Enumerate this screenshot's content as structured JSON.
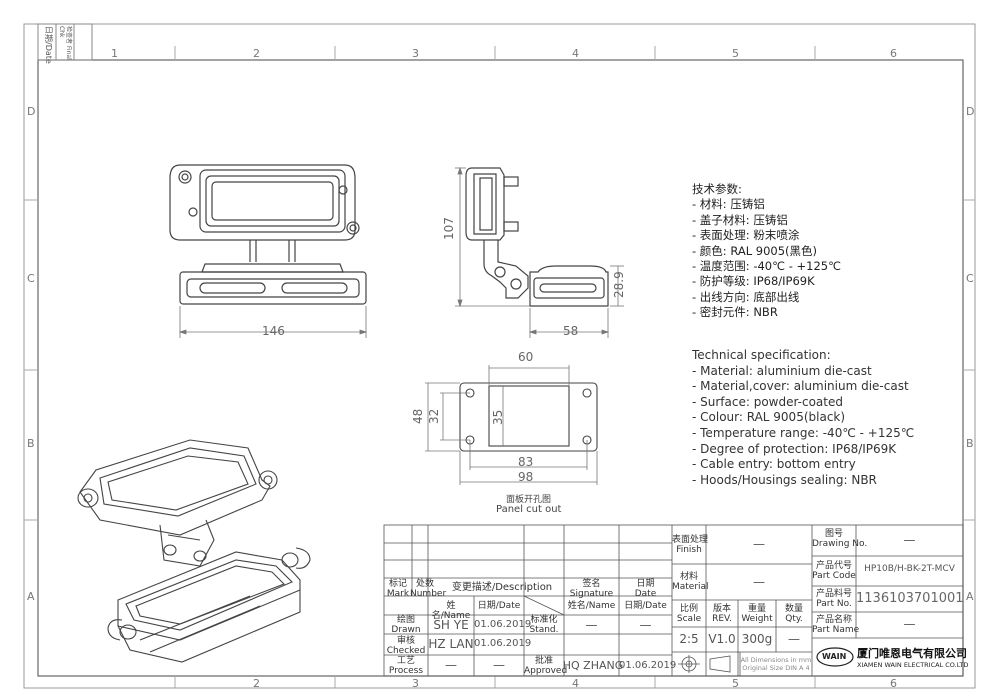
{
  "border": {
    "top_zones": [
      "1",
      "2",
      "3",
      "4",
      "5",
      "6"
    ],
    "side_zones": [
      "D",
      "C",
      "B",
      "A"
    ],
    "left_strip": [
      "日期/Date",
      "检查者 Final Chk"
    ]
  },
  "dimensions": {
    "width_front": "146",
    "height_side": "107",
    "depth_side": "58",
    "base_height": "28.9",
    "cutout_width": "60",
    "cutout_h_outer": "48",
    "cutout_h_mid": "32",
    "cutout_h_inner": "35",
    "cutout_w_mid": "83",
    "cutout_w_outer": "98",
    "cutout_label_cn": "面板开孔图",
    "cutout_label_en": "Panel cut out"
  },
  "specs_cn": {
    "title": "技术参数:",
    "items": [
      "- 材料: 压铸铝",
      "- 盖子材料: 压铸铝",
      "- 表面处理: 粉末喷涂",
      "- 颜色: RAL 9005(黑色)",
      "- 温度范围: -40℃ - +125℃",
      "- 防护等级: IP68/IP69K",
      "- 出线方向: 底部出线",
      "- 密封元件: NBR"
    ]
  },
  "specs_en": {
    "title": "Technical specification:",
    "items": [
      "- Material: aluminium die-cast",
      "- Material,cover: aluminium die-cast",
      "- Surface: powder-coated",
      "- Colour: RAL 9005(black)",
      "- Temperature range: -40℃ - +125℃",
      "- Degree of protection: IP68/IP69K",
      "- Cable entry: bottom entry",
      "- Hoods/Housings sealing: NBR"
    ]
  },
  "title_block": {
    "mark": "标记\nMark",
    "number": "处数\nNumber",
    "description": "变更描述/Description",
    "signature": "签名\nSignature",
    "date": "日期\nDate",
    "name_col": "姓名/Name",
    "date_col": "日期/Date",
    "name_col2": "姓名/Name",
    "date_col2": "日期/Date",
    "drawn": "绘图\nDrawn",
    "checked": "审核\nChecked",
    "process": "工艺\nProcess",
    "stand": "标准化\nStand.",
    "approved": "批准\nApproved",
    "drawn_name": "SH YE",
    "drawn_date": "01.06.2019",
    "checked_name": "HZ LAN",
    "checked_date": "01.06.2019",
    "process_name": "—",
    "process_date": "—",
    "stand_name": "—",
    "stand_date": "—",
    "approved_name": "HQ ZHANG",
    "approved_date": "01.06.2019",
    "finish_label": "表面处理\nFinish",
    "finish_value": "—",
    "material_label": "材料\nMaterial",
    "material_value": "—",
    "scale_label": "比例\nScale",
    "rev_label": "版本\nREV.",
    "weight_label": "重量\nWeight",
    "qty_label": "数量\nQty.",
    "scale_value": "2:5",
    "rev_value": "V1.0",
    "weight_value": "300g",
    "qty_value": "—",
    "units_note": "All Dimensions in mm\nOriginal Size DIN A 4",
    "drawing_no_label": "图号\nDrawing No.",
    "drawing_no_value": "—",
    "part_code_label": "产品代号\nPart Code",
    "part_code_value": "HP10B/H-BK-2T-MCV",
    "part_no_label": "产品料号\nPart No.",
    "part_no_value": "1136103701001",
    "part_name_label": "产品名称\nPart Name",
    "part_name_value": "—",
    "company_cn": "厦门唯恩电气有限公司",
    "company_en": "XIAMEN WAIN ELECTRICAL CO.LTD",
    "logo_text": "WAIN"
  },
  "colors": {
    "line": "#4a4a4a",
    "frame": "#888888"
  }
}
